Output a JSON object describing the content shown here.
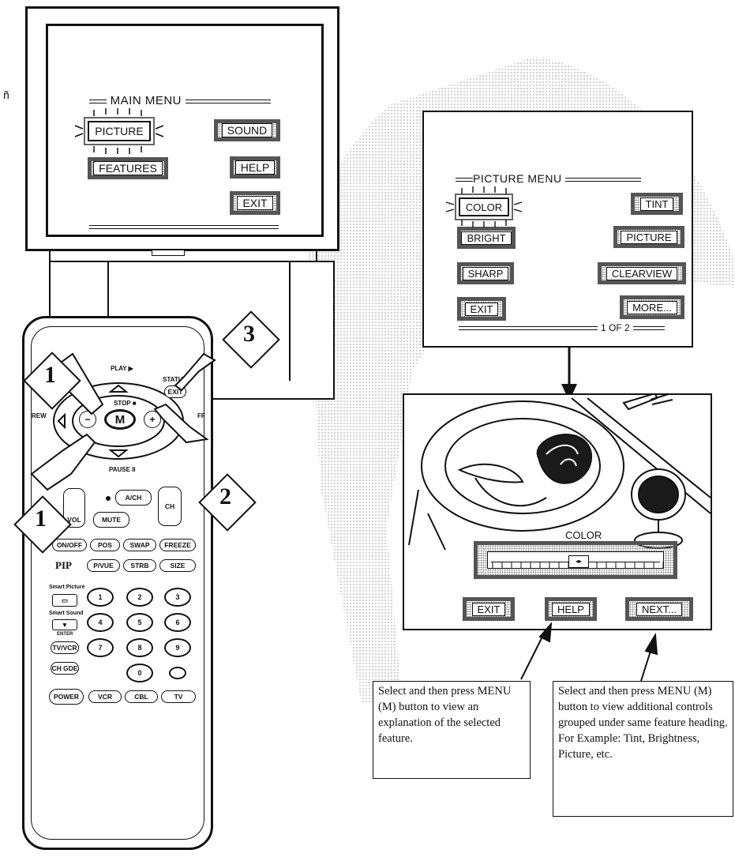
{
  "side_mark": "ñ",
  "tv_menu": {
    "title": "MAIN MENU",
    "buttons": {
      "picture": "PICTURE",
      "features": "FEATURES",
      "sound": "SOUND",
      "help": "HELP",
      "exit": "EXIT"
    }
  },
  "picture_menu": {
    "title": "PICTURE MENU",
    "buttons": {
      "color": "COLOR",
      "tint": "TINT",
      "bright": "BRIGHT",
      "picture": "PICTURE",
      "sharp": "SHARP",
      "clearview": "CLEARVIEW",
      "exit": "EXIT",
      "more": "MORE..."
    },
    "page": "1 OF 2"
  },
  "color_screen": {
    "label": "COLOR",
    "buttons": {
      "exit": "EXIT",
      "help": "HELP",
      "next": "NEXT..."
    }
  },
  "notes": {
    "help_note": "Select and then press MENU (M) button to view an explanation of the selected feature.",
    "next_note": "Select and then press MENU (M) button to view additional controls grouped under same feature heading. For Example: Tint, Brightness, Picture, etc."
  },
  "remote": {
    "play": "PLAY ▶",
    "status": "STATUS",
    "exit": "EXIT",
    "rew": "REW",
    "ff": "FF",
    "stop": "STOP ■",
    "menu": "M",
    "pause": "PAUSE II",
    "minus": "−",
    "plus": "+",
    "vol": "VOL",
    "ach": "A/CH",
    "ch": "CH",
    "mute": "MUTE",
    "onoff": "ON/OFF",
    "pos": "POS",
    "swap": "SWAP",
    "freeze": "FREEZE",
    "pip": "PIP",
    "pvue": "P/VUE",
    "strb": "STRB",
    "size": "SIZE",
    "smart_picture": "Smart Picture",
    "smart_sound": "Smart Sound",
    "enter": "ENTER",
    "tvvcr": "TV/VCR",
    "chgde": "CH GDE",
    "power": "POWER",
    "vcr": "VCR",
    "cbl": "CBL",
    "tv": "TV",
    "digits": [
      "1",
      "2",
      "3",
      "4",
      "5",
      "6",
      "7",
      "8",
      "9",
      "0"
    ]
  },
  "callouts": [
    "1",
    "3",
    "1",
    "2"
  ]
}
